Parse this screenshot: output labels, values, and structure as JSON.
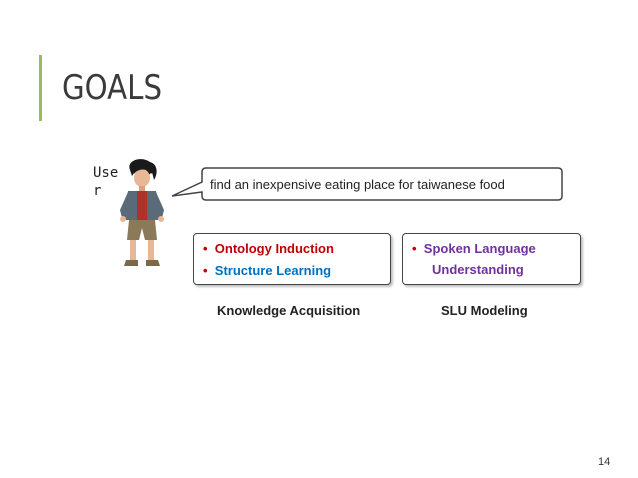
{
  "slide": {
    "title": "GOALS",
    "page_number": "14",
    "accent_color": "#9bbb59"
  },
  "user": {
    "label": "User",
    "speech": "find an inexpensive eating place for taiwanese food"
  },
  "knowledge_box": {
    "bullet": "•",
    "items": [
      "Ontology Induction",
      "Structure Learning"
    ],
    "item_colors": [
      "#c00000",
      "#0070c0"
    ],
    "caption": "Knowledge Acquisition"
  },
  "slu_box": {
    "bullet": "•",
    "lines": [
      "Spoken Language",
      "Understanding"
    ],
    "item_color": "#7030a0",
    "caption": "SLU Modeling"
  }
}
